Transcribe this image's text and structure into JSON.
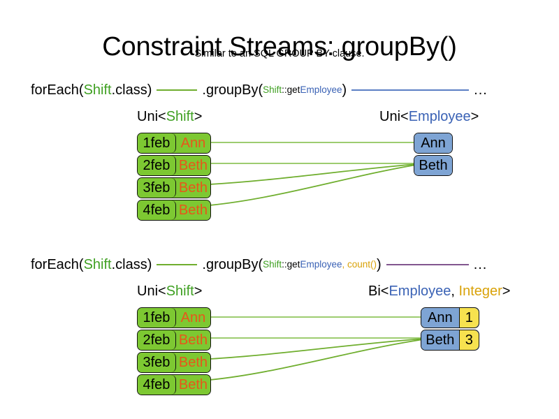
{
  "header": {
    "title": "Constraint Streams: groupBy()",
    "subtitle": "Similar to an SQL GROUP BY clause."
  },
  "sections": [
    {
      "id": "section-groupby-simple",
      "code": {
        "prefix": "forEach(",
        "type_arg": "Shift",
        "type_suffix": ".class)",
        "method": ".groupBy(",
        "mapper_owner": "Shift",
        "mapper_sep": "::get",
        "mapper_target": "Employee",
        "collector": "",
        "close": ")",
        "ellipsis": "...",
        "line1_color": "#6fae2e",
        "line2_color": "#5b7fc4"
      },
      "left_label": {
        "outer": "Uni<",
        "generic": "Shift",
        "close": ">"
      },
      "right_label": {
        "outer": "Uni<",
        "generic": "Employee",
        "close": ">",
        "generic2": ""
      },
      "left_tuples": [
        {
          "date": "1feb",
          "name": "Ann"
        },
        {
          "date": "2feb",
          "name": "Beth"
        },
        {
          "date": "3feb",
          "name": "Beth"
        },
        {
          "date": "4feb",
          "name": "Beth"
        }
      ],
      "right_tuples": [
        {
          "employee": "Ann",
          "count": null
        },
        {
          "employee": "Beth",
          "count": null
        }
      ]
    },
    {
      "id": "section-groupby-count",
      "code": {
        "prefix": "forEach(",
        "type_arg": "Shift",
        "type_suffix": ".class)",
        "method": ".groupBy(",
        "mapper_owner": "Shift",
        "mapper_sep": "::get",
        "mapper_target": "Employee",
        "collector": ", count()",
        "close": ")",
        "ellipsis": "...",
        "line1_color": "#6fae2e",
        "line2_color": "#82568f"
      },
      "left_label": {
        "outer": "Uni<",
        "generic": "Shift",
        "close": ">"
      },
      "right_label": {
        "outer": "Bi<",
        "generic": "Employee",
        "mid": ", ",
        "generic2": "Integer",
        "close": ">"
      },
      "left_tuples": [
        {
          "date": "1feb",
          "name": "Ann"
        },
        {
          "date": "2feb",
          "name": "Beth"
        },
        {
          "date": "3feb",
          "name": "Beth"
        },
        {
          "date": "4feb",
          "name": "Beth"
        }
      ],
      "right_tuples": [
        {
          "employee": "Ann",
          "count": "1"
        },
        {
          "employee": "Beth",
          "count": "3"
        }
      ]
    }
  ],
  "colors": {
    "shift_box": "#7dc832",
    "employee_box": "#7ea4d4",
    "count_box": "#f7e24f",
    "shift_name_text": "#e8561a",
    "green_accent": "#3fa022",
    "blue_accent": "#3a62b5",
    "gold_accent": "#d9a209",
    "connector_green": "#6fae2e",
    "connector_blue": "#5b7fc4",
    "connector_purple": "#82568f",
    "background": "#ffffff"
  }
}
